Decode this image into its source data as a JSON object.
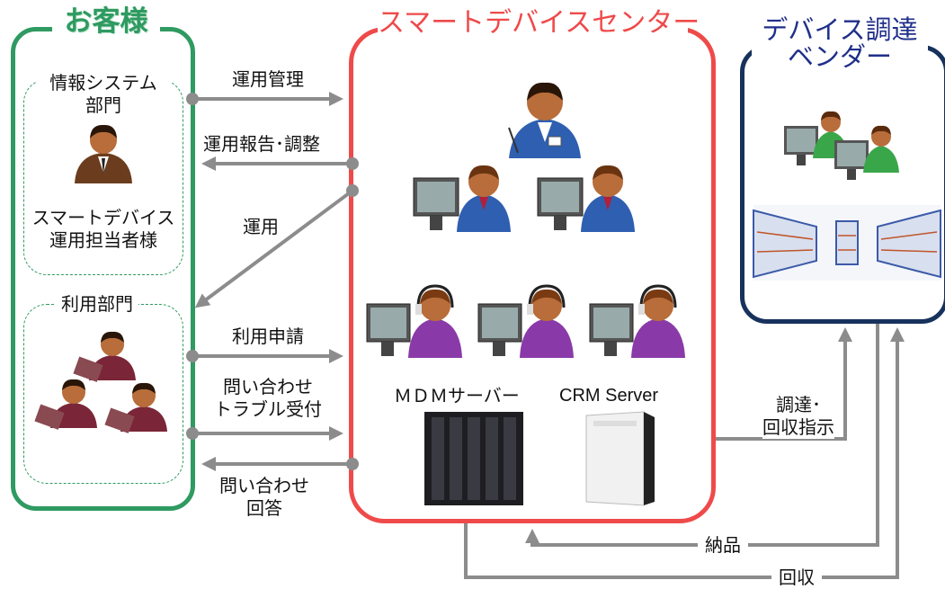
{
  "customer": {
    "title": "お客様",
    "it_dept": {
      "title": "情報システム\n部門",
      "person_label": "スマートデバイス\n運用担当者様"
    },
    "user_dept": {
      "title": "利用部門"
    }
  },
  "center": {
    "title": "スマートデバイスセンター",
    "mdm_label": "ＭＤＭサーバー",
    "crm_label": "CRM Server"
  },
  "vendor": {
    "title": "デバイス調達\nベンダー"
  },
  "flows": {
    "ops_management": "運用管理",
    "ops_report": "運用報告･調整",
    "operation": "運用",
    "usage_request": "利用申請",
    "inquiry_trouble": "問い合わせ\nトラブル受付",
    "inquiry_answer": "問い合わせ\n回答",
    "procure_collect": "調達･\n回収指示",
    "delivery": "納品",
    "collection": "回収"
  },
  "colors": {
    "customer": "#2f9a61",
    "center": "#ef4a4a",
    "vendor": "#17325c",
    "arrow": "#8c8c8c"
  }
}
